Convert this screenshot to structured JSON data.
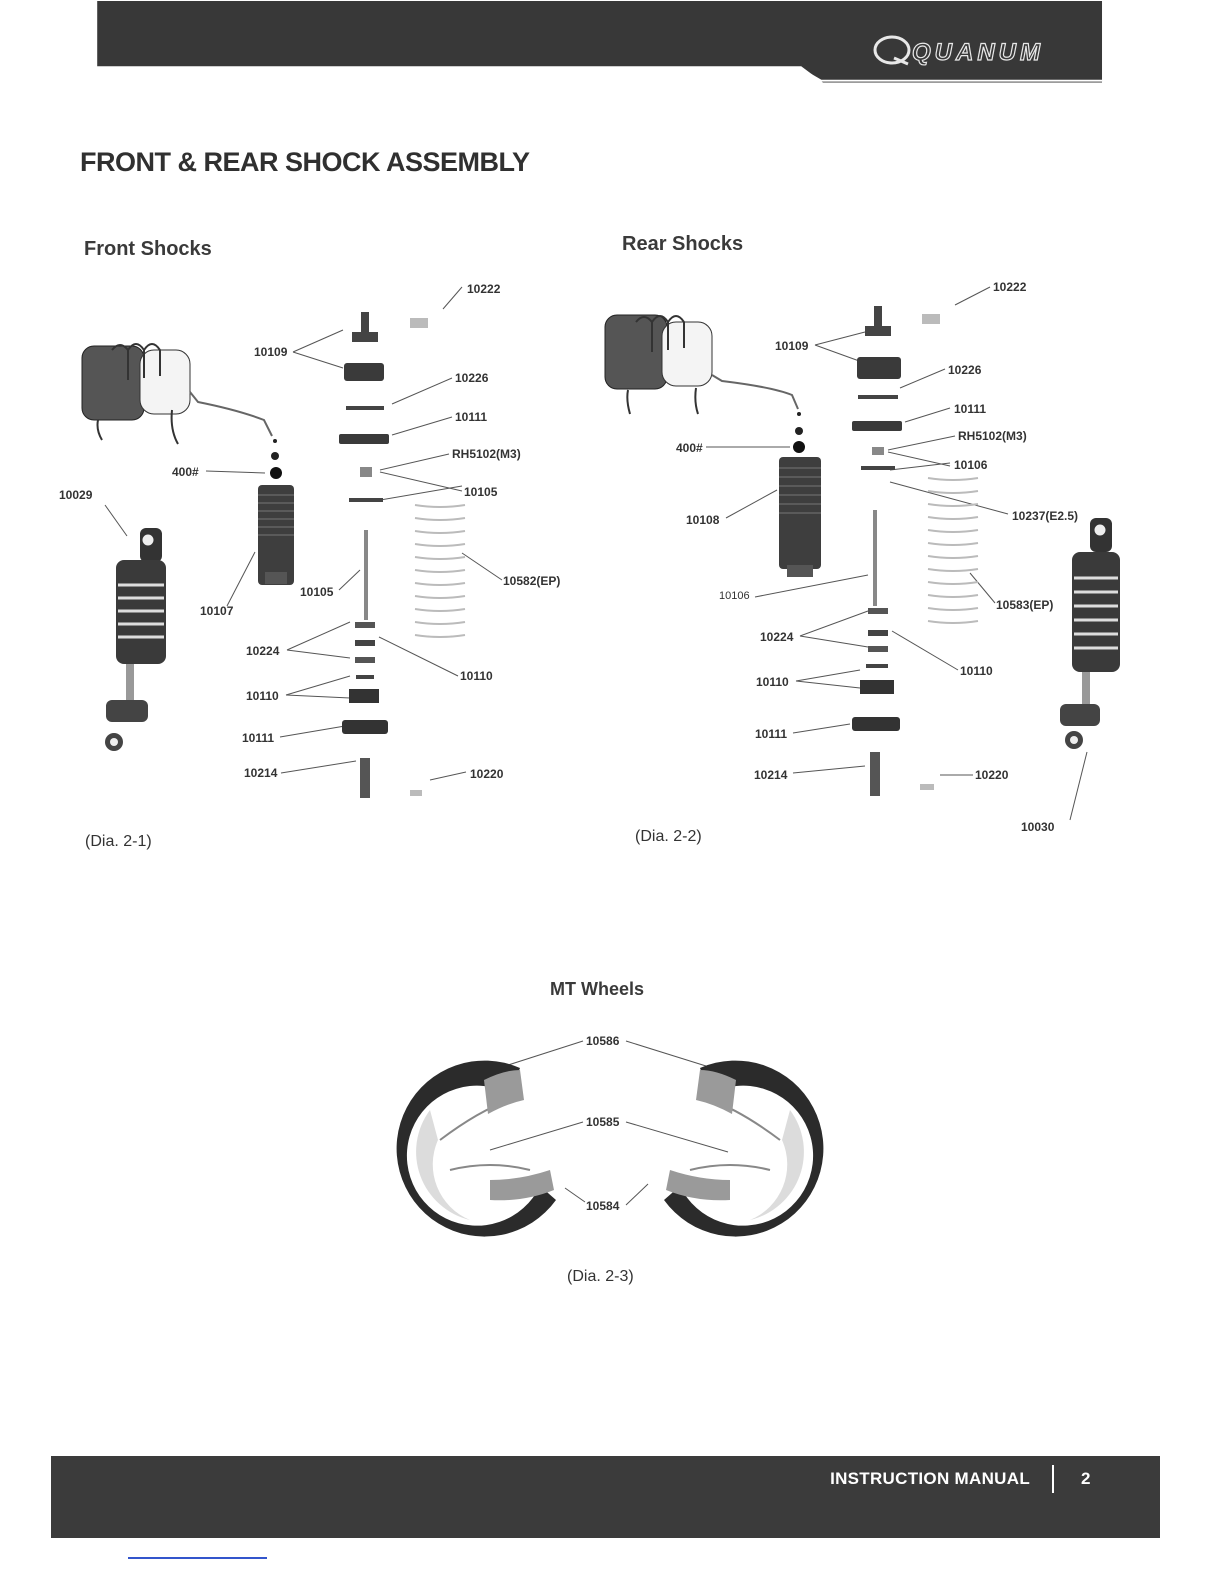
{
  "header": {
    "brand": "QUANUM"
  },
  "page_title": "FRONT & REAR SHOCK ASSEMBLY",
  "front": {
    "heading": "Front Shocks",
    "caption": "(Dia. 2-1)",
    "labels": [
      "10222",
      "10109",
      "10226",
      "10111",
      "RH5102(M3)",
      "400#",
      "10105",
      "10029",
      "10582(EP)",
      "10105",
      "10107",
      "10224",
      "10110",
      "10110",
      "10111",
      "10214",
      "10220"
    ]
  },
  "rear": {
    "heading": "Rear Shocks",
    "caption": "(Dia. 2-2)",
    "labels": [
      "10222",
      "10109",
      "10226",
      "10111",
      "RH5102(M3)",
      "400#",
      "10106",
      "10108",
      "10237(E2.5)",
      "10106",
      "10583(EP)",
      "10224",
      "10110",
      "10110",
      "10111",
      "10214",
      "10220",
      "10030"
    ]
  },
  "wheels": {
    "heading": "MT Wheels",
    "caption": "(Dia. 2-3)",
    "labels": [
      "10586",
      "10585",
      "10584"
    ]
  },
  "footer": {
    "text": "INSTRUCTION MANUAL",
    "page": "2"
  }
}
